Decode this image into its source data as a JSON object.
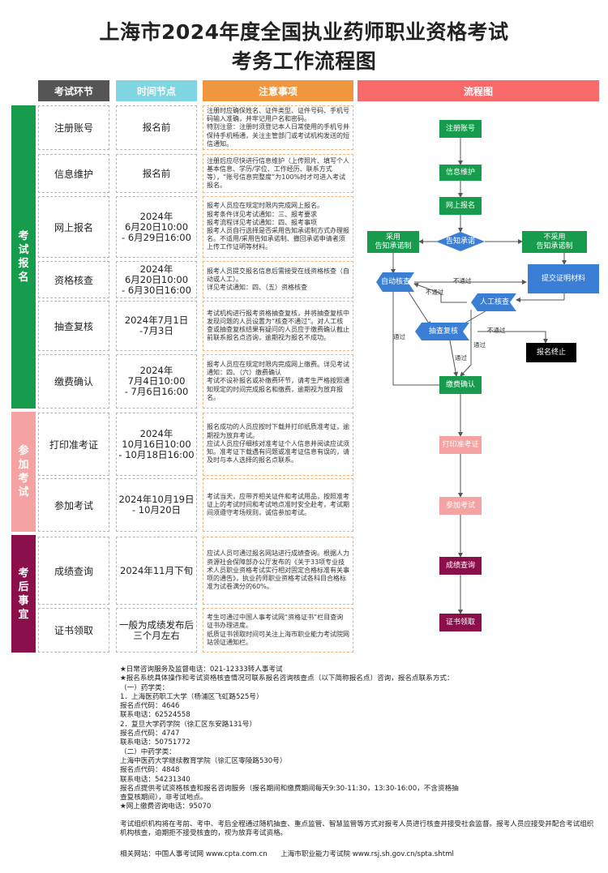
{
  "title": {
    "line1": "上海市2024年度全国执业药师职业资格考试",
    "line2": "考务工作流程图"
  },
  "headers": {
    "stage": "考试环节",
    "time": "时间节点",
    "notes": "注意事项",
    "flow": "流程图"
  },
  "sections": {
    "registration": "考试报名",
    "exam": "参加考试",
    "after": "考后事宜"
  },
  "rows": [
    {
      "stage": "注册账号",
      "time": "报名前",
      "note": "注册时应确保姓名、证件类型、证件号码、手机号码输入准确，并牢记用户名和密码。\n特别注意：注册时须登记本人日常使用的手机号并保持手机畅通，关注主管部门或考试机构发送的短信通知。"
    },
    {
      "stage": "信息维护",
      "time": "报名前",
      "note": "注册后应尽快进行信息维护（上传照片、填写个人基本信息、学历/学位、工作经历、联系方式等），“账号信息完整度”为100%时才可进入考试报名。"
    },
    {
      "stage": "网上报名",
      "time": "2024年\n6月20日10:00\n- 6月29日16:00",
      "note": "报考人员应在规定时限内完成网上报名。\n报考条件详见考试通知：三、报考要求\n报考流程详见考试通知：四、报考事项\n报考人员自行选择是否采用告知承诺制方式办理报名。不适用/采用告知承诺制、撤回承诺申请者须上传工作证明等材料。"
    },
    {
      "stage": "资格核查",
      "time": "2024年\n6月20日10:00\n- 6月30日16:00",
      "note": "报考人员提交报名信息后需接受在线资格核查（自动或人工）。\n详见考试通知：四、（五）资格核查"
    },
    {
      "stage": "抽查复核",
      "time": "2024年7月1日\n-7月3日",
      "note": "考试机构进行报考资格抽查复核，并将抽查复核中发现问题的人员设置为“核查不通过”。对人工核查或抽查复核结果有疑问的人员应于缴费确认截止前联系报名点咨询，逾期视为报名不成功。"
    },
    {
      "stage": "缴费确认",
      "time": "2024年\n7月4日10:00\n- 7月6日16:00",
      "note": "报考人员应在规定时限内完成网上缴费。详见考试通知：四、（六）缴费确认\n考试不设补报名或补缴费环节，请考生严格按照通知规定的时间完成报名和缴费，逾期视为放弃报名。"
    },
    {
      "stage": "打印准考证",
      "time": "2024年\n10月16日10:00\n- 10月18日16:00",
      "note": "报名成功的人员应按时下载并打印纸质准考证，逾期视为放弃考试。\n应试人员应仔细核对准考证个人信息并阅读应试须知。准考证下载遇有问题或准考证信息有误的，请及时与本人选择的报名点联系。"
    },
    {
      "stage": "参加考试",
      "time": "2024年10月19日\n- 10月20日",
      "note": "考试当天，应带齐相关证件和考试用品，按照准考证上的考试时间和考试地点准时安全赴考，考试期间须遵守考场规则，诚信参加考试。"
    },
    {
      "stage": "成绩查询",
      "time": "2024年11月下旬",
      "note": "应试人员可通过报名网站进行成绩查询。根据人力资源社会保障部办公厅发布的《关于33项专业技术人员职业资格考试实行相对固定合格标准有关事项的通告》，执业药师职业资格考试各科目合格标准为试卷满分的60%。"
    },
    {
      "stage": "证书领取",
      "time": "一般为成绩发布后\n三个月左右",
      "note": "考生可通过中国人事考试网“资格证书”栏目查询证书办理进度。\n纸质证书领取时间可关注上海市职业能力考试院网站领证通知栏。"
    }
  ],
  "flow": {
    "register": "注册账号",
    "maintain": "信息维护",
    "apply": "网上报名",
    "promise": "告知承诺",
    "adopt": "采用\n告知承诺制",
    "not_adopt": "不采用\n告知承诺制",
    "auto_check": "自动核查",
    "submit_proof": "提交证明材料",
    "manual_check": "人工核查",
    "spot_check": "抽查复核",
    "terminate": "报名终止",
    "pay": "缴费确认",
    "print": "打印准考证",
    "attend": "参加考试",
    "score": "成绩查询",
    "cert": "证书领取",
    "label_fail_1": "不通过",
    "label_fail_2": "不通过",
    "label_fail_3": "不通过",
    "label_pass_1": "通过",
    "label_pass_2": "通过",
    "label_pass_3": "通过"
  },
  "footer": {
    "lines": [
      "★日常咨询服务及监督电话：021-12333转人事考试",
      "★报名系统具体操作和考试资格核查情况可联系报名咨询核查点（以下简称报名点）咨询，报名点联系方式：",
      "（一）药学类：",
      "1．上海医药职工大学（杨浦区飞虹路525号）",
      "报名点代码：4646",
      "联系电话：62524558",
      "2．复旦大学药学院（徐汇区东安路131号）",
      "报名点代码：4747",
      "联系电话：50751772",
      "（二）中药学类：",
      "上海中医药大学继续教育学院（徐汇区零陵路530号）",
      "报名点代码：4848",
      "联系电话：54231340",
      "报名点提供考试资格核查和报名咨询服务（报名期间和缴费期间每天9:30-11:30，13:30-16:00，不含资格抽",
      "查复核期间），非考试地点。",
      "★网上缴费咨询电话：95070"
    ],
    "notice": "考试组织机构将在考前、考中、考后全程通过随机抽查、重点监管、智慧监管等方式对报考人员进行核查并接受社会监督。报考人员应接受并配合考试组织机构核查，逾期拒不接受核查的，视为放弃考试资格。",
    "websites": "相关网站：中国人事考试网 www.cpta.com.cn      上海市职业能力考试院 www.rsj.sh.gov.cn/spta.shtml"
  }
}
